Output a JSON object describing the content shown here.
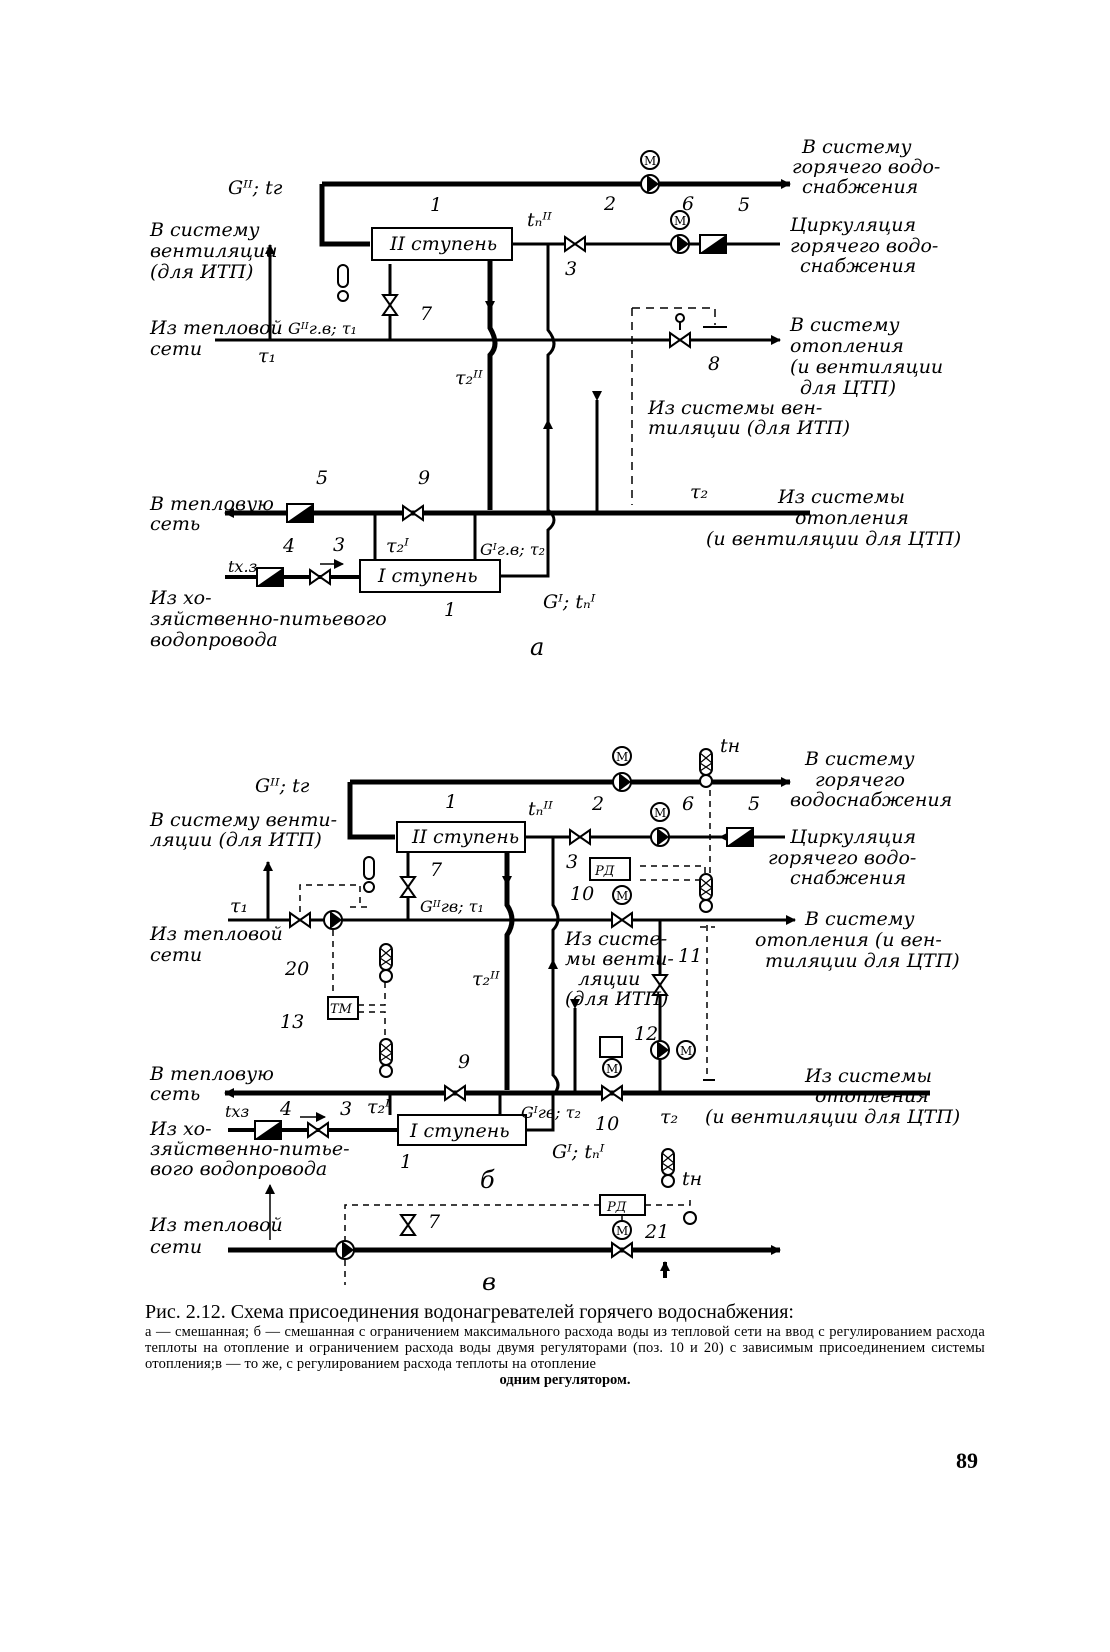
{
  "figure": {
    "a": {
      "sub_label": "а",
      "to_hws": [
        "В систему",
        "горячего водо-",
        "снабжения"
      ],
      "to_vent": [
        "В систему",
        "вентиляции",
        "(для ИТП)"
      ],
      "from_network": [
        "Из тепловой",
        "сети"
      ],
      "to_heating": [
        "В систему",
        "отопления",
        "(и вентиляции",
        "для ЦТП)"
      ],
      "from_vent": [
        "Из системы вен-",
        "тиляции (для ИТП)"
      ],
      "to_network": [
        "В тепловую",
        "сеть"
      ],
      "from_heating": [
        "Из системы",
        "отопления",
        "(и вентиляции для ЦТП)"
      ],
      "circulation": [
        "Циркуляция",
        "горячего водо-",
        "снабжения"
      ],
      "cold_water": [
        "Из хо-",
        "зяйственно-питьевого",
        "водопровода"
      ],
      "stage2": "II ступень",
      "stage1": "I ступень",
      "g2_tr": "Gᴵᴵ; tг",
      "t_n2": "tₙᴵᴵ",
      "g_gv2_tau1": "Gᴵᴵг.в; τ₁",
      "tau1": "τ₁",
      "tau2_2": "τ₂ᴵᴵ",
      "tau2": "τ₂",
      "tau2_1": "τ₂ᴵ",
      "g_gv1_tau2": "Gᴵг.в; τ₂",
      "g1_tn1": "Gᴵ; tₙᴵ",
      "t_x3": "tх.з",
      "nums": {
        "n1a": "1",
        "n2": "2",
        "n3": "3",
        "n5": "5",
        "n6": "6",
        "n7": "7",
        "n8": "8",
        "n9": "9",
        "n5b": "5",
        "n4": "4",
        "n3b": "3",
        "n1b": "1"
      }
    },
    "b": {
      "sub_label": "б",
      "to_hws": [
        "В систему",
        "горячего",
        "водоснабжения"
      ],
      "to_vent": [
        "В систему венти-",
        "ляции (для ИТП)"
      ],
      "from_network": [
        "Из тепловой",
        "сети"
      ],
      "to_heating": [
        "В систему",
        "отопления (и вен-",
        "тиляции для ЦТП)"
      ],
      "from_vent": [
        "Из систе-",
        "мы венти-",
        "ляции",
        "(для ИТП)"
      ],
      "to_network": [
        "В тепловую",
        "сеть"
      ],
      "from_heating": [
        "Из системы",
        "отопления",
        "(и вентиляции для ЦТП)"
      ],
      "circulation": [
        "Циркуляция",
        "горячего водо-",
        "снабжения"
      ],
      "cold_water": [
        "Из хо-",
        "зяйственно-питье-",
        "вого водопровода"
      ],
      "stage2": "II ступень",
      "stage1": "I ступень",
      "rd": "РД",
      "tm": "ТМ",
      "t_n": "tн",
      "g2_tr": "Gᴵᴵ; tг",
      "t_n2": "tₙᴵᴵ",
      "tau1": "τ₁",
      "g_gv2_tau1": "Gᴵᴵгв; τ₁",
      "tau2_2": "τ₂ᴵᴵ",
      "tau2_1": "τ₂ᴵ",
      "g_gv1_tau2": "Gᴵгв; τ₂",
      "g1_tn1": "Gᴵ; tₙᴵ",
      "tau2": "τ₂",
      "t_x3": "tхз",
      "nums": {
        "n1a": "1",
        "n2": "2",
        "n6": "6",
        "n5": "5",
        "n3": "3",
        "n7": "7",
        "n10a": "10",
        "n20": "20",
        "n11": "11",
        "n13": "13",
        "n12": "12",
        "n9": "9",
        "n4": "4",
        "n3b": "3",
        "n10b": "10",
        "n1b": "1"
      }
    },
    "c": {
      "sub_label": "в",
      "from_network": [
        "Из тепловой",
        "сети"
      ],
      "rd": "РД",
      "t_n": "tн",
      "nums": {
        "n7": "7",
        "n21": "21"
      }
    }
  },
  "caption": {
    "title": "Рис. 2.12. Схема присоединения водонагревателей горячего водоснабжения:",
    "text": "а — смешанная; б — смешанная с ограничением максимального расхода воды из тепловой сети на ввод с регулированием расхода теплоты на отопление и ограничением расхода воды двумя регуляторами (поз. 10 и 20) с зависимым присоединением системы отопления;в — то же, с регулированием расхода теплоты на отопление",
    "last": "одним регулятором."
  },
  "page_number": "89"
}
